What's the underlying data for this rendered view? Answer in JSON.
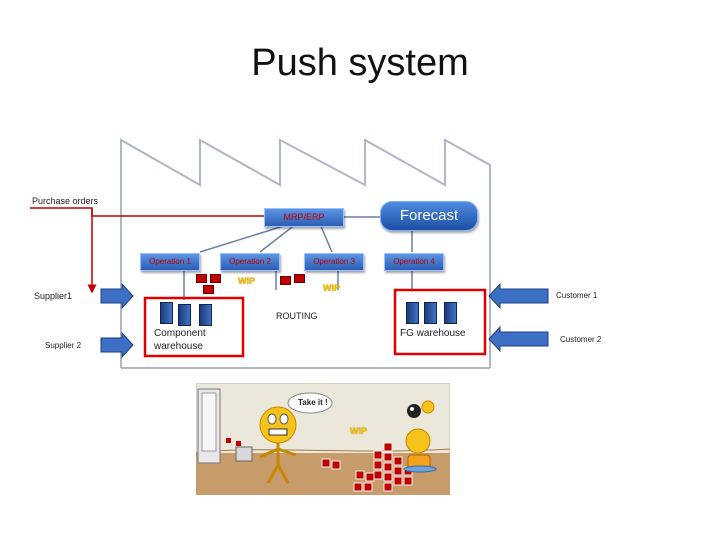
{
  "title": "Push system",
  "purchase_orders": "Purchase orders",
  "mrp_erp": "MRP/ERP",
  "forecast": "Forecast",
  "operations": [
    "Operation 1",
    "Operation 2",
    "Operation 3",
    "Operation 4"
  ],
  "wip": "WIP",
  "supplier1": "Supplier1",
  "supplier2": "Supplier 2",
  "customer1": "Customer 1",
  "customer2": "Customer 2",
  "routing": "ROUTING",
  "component_warehouse": "Component warehouse",
  "fg_warehouse": "FG warehouse",
  "take_it": "Take it !",
  "colors": {
    "blue": "#2b5fb5",
    "red": "#c00000",
    "wip": "#f4c400"
  }
}
